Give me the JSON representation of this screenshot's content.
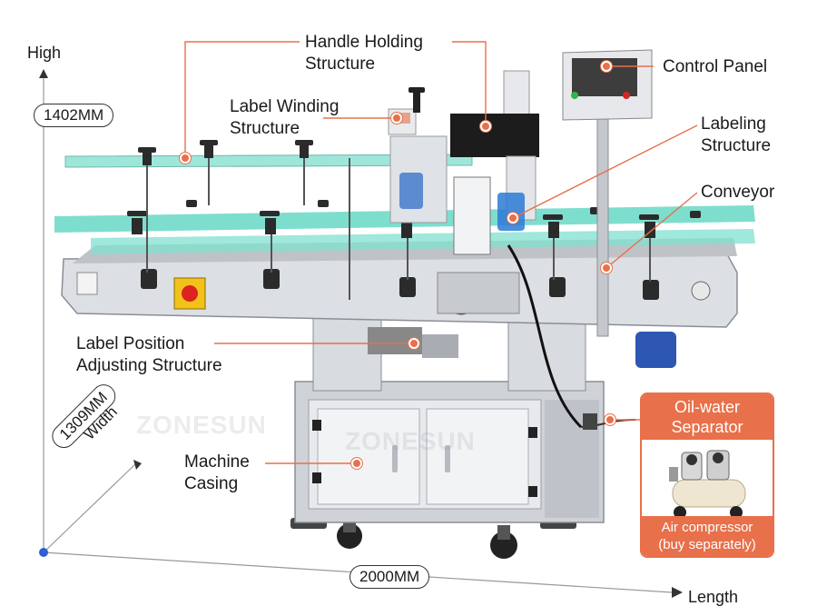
{
  "dimensions": {
    "height_axis_label": "High",
    "height_value": "1402MM",
    "width_value": "1309MM",
    "width_axis_label": "Width",
    "length_value": "2000MM",
    "length_axis_label": "Length"
  },
  "callouts": {
    "handle_holding": "Handle Holding Structure",
    "handle_holding_l1": "Handle Holding",
    "handle_holding_l2": "Structure",
    "label_winding_l1": "Label Winding",
    "label_winding_l2": "Structure",
    "control_panel": "Control Panel",
    "labeling_l1": "Labeling",
    "labeling_l2": "Structure",
    "conveyor": "Conveyor",
    "label_position_l1": "Label Position",
    "label_position_l2": "Adjusting Structure",
    "machine_casing_l1": "Machine",
    "machine_casing_l2": "Casing"
  },
  "compressor": {
    "title_l1": "Oil-water",
    "title_l2": "Separator",
    "footer_l1": "Air compressor",
    "footer_l2": "(buy separately)"
  },
  "watermark": "ZONESUN",
  "colors": {
    "accent": "#e8704a",
    "rail": "#5fd6c2",
    "steel": "#c9ccd1"
  }
}
